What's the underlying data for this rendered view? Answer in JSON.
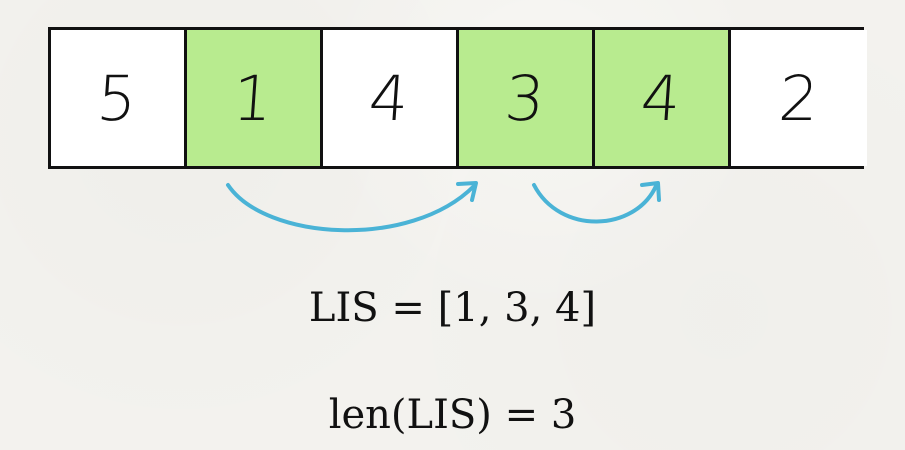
{
  "array": {
    "cells": [
      {
        "value": "5",
        "highlighted": false
      },
      {
        "value": "1",
        "highlighted": true
      },
      {
        "value": "4",
        "highlighted": false
      },
      {
        "value": "3",
        "highlighted": true
      },
      {
        "value": "4",
        "highlighted": true
      },
      {
        "value": "2",
        "highlighted": false
      }
    ]
  },
  "arcs": [
    {
      "from_index": 1,
      "to_index": 3
    },
    {
      "from_index": 3,
      "to_index": 4
    }
  ],
  "text": {
    "lis_line": "LIS = [1, 3, 4]",
    "len_line": "len(LIS) = 3"
  },
  "colors": {
    "highlight": "#b8eb8f",
    "arc": "#4ab3d6",
    "border": "#111111",
    "background": "#f3f2ee"
  }
}
